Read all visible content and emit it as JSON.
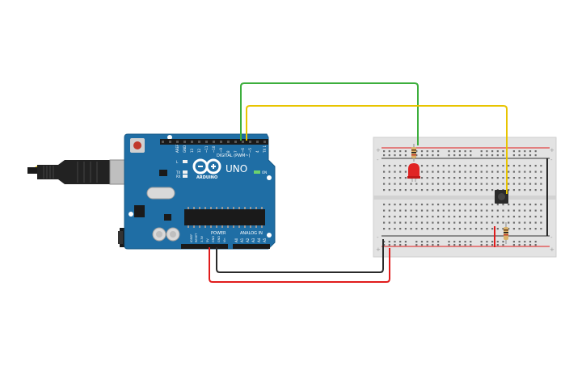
{
  "board": {
    "logo_text": "ARDUINO",
    "model": "UNO",
    "digital_header": "DIGITAL (PWM~)",
    "analog_header": "ANALOG IN",
    "power_header": "POWER",
    "tx_label": "TX",
    "rx_label": "RX",
    "l_label": "L",
    "on_label": "ON",
    "aref_label": "AREF",
    "gnd_label": "GND",
    "power_pins": [
      "IOREF",
      "RESET",
      "3.3V",
      "5V",
      "GND",
      "GND",
      "Vin"
    ],
    "analog_pins": [
      "A0",
      "A1",
      "A2",
      "A3",
      "A4",
      "A5"
    ],
    "digital_pins": [
      "13",
      "12",
      "~11",
      "~10",
      "~9",
      "8",
      "7",
      "~6",
      "~5",
      "4",
      "~3",
      "2",
      "TX 1",
      "RX 0"
    ]
  },
  "breadboard": {
    "plus_label": "+",
    "minus_label": "-"
  },
  "colors": {
    "board": "#1f6ea5",
    "wire_green": "#3cae3c",
    "wire_yellow": "#e8c400",
    "wire_red": "#e01b1b",
    "wire_black": "#2a2a2a",
    "breadboard": "#e3e3e3",
    "led": "#e02424"
  }
}
